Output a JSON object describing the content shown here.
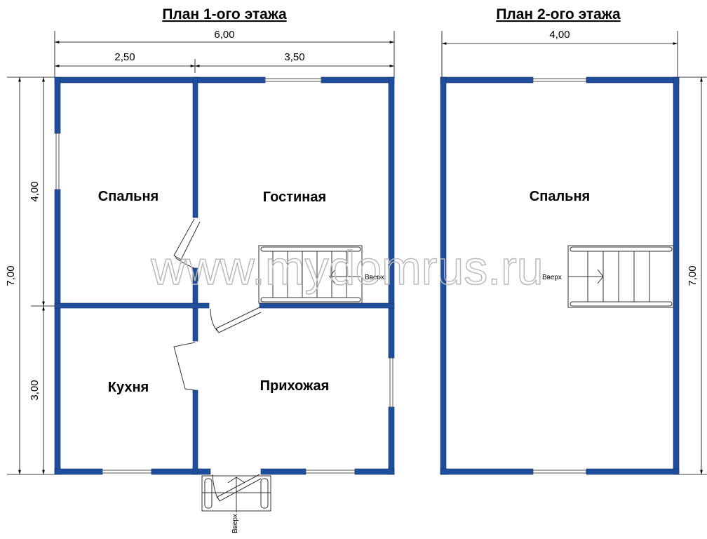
{
  "plan1": {
    "title": "План 1-ого этажа",
    "dims": {
      "total_width": "6,00",
      "left_width": "2,50",
      "right_width": "3,50",
      "total_height": "7,00",
      "top_height": "4,00",
      "bottom_height": "3,00"
    },
    "rooms": [
      "Спальня",
      "Гостиная",
      "Кухня",
      "Прихожая"
    ],
    "stair_label": "Вверх",
    "porch_label": "Вверх"
  },
  "plan2": {
    "title": "План 2-ого этажа",
    "dims": {
      "total_width": "4,00",
      "total_height": "7,00"
    },
    "rooms": [
      "Спальня"
    ],
    "stair_label": "Вверх"
  },
  "watermark": "www.mydomrus.ru",
  "colors": {
    "wall": "#1f4f9c"
  }
}
